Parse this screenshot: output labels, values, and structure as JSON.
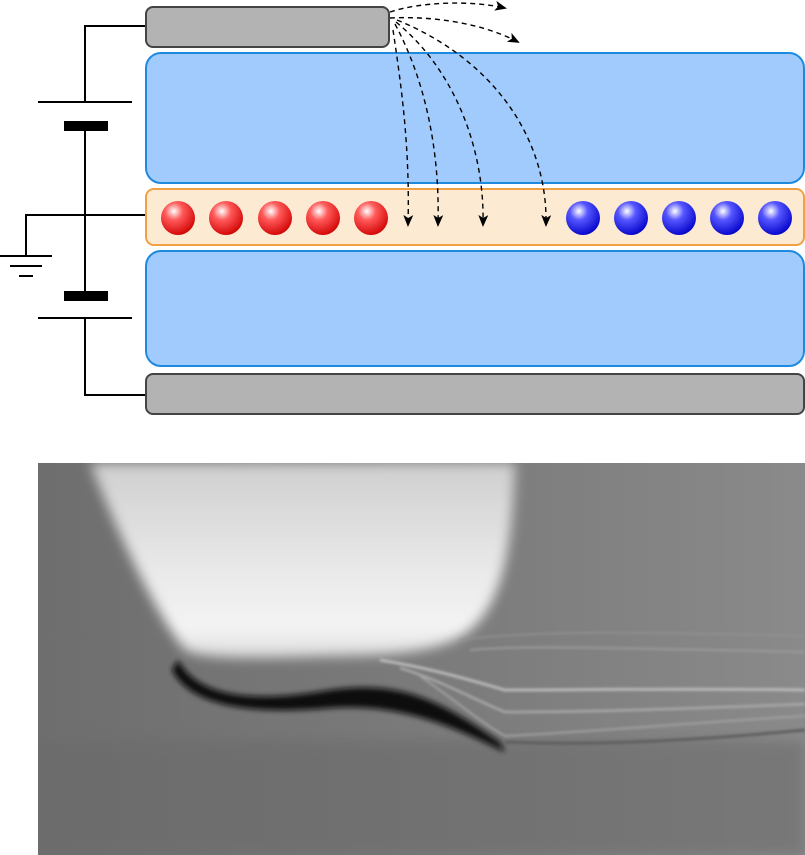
{
  "figure": {
    "panels": [
      {
        "kind": "schematic",
        "elements": [
          "top-gate-electrode",
          "top-dielectric-layer",
          "channel-layer",
          "bottom-dielectric-layer",
          "bottom-gate-electrode",
          "battery-symbol",
          "ground-symbol"
        ],
        "charges": {
          "negative_count": 5,
          "positive_count": 5,
          "negative_color": "#e00000",
          "positive_color": "#1a1ad0"
        },
        "field_lines": {
          "count": 6,
          "style": "dashed-arrow"
        }
      },
      {
        "kind": "grayscale-photo",
        "description_hidden": true
      }
    ],
    "colors": {
      "electrode": "#b3b3b3",
      "dielectric_fill": "#a2cbfd",
      "dielectric_stroke": "#1d8ae0",
      "channel_fill": "#fcebd2",
      "channel_stroke": "#f2a044",
      "wire": "#000000"
    }
  }
}
